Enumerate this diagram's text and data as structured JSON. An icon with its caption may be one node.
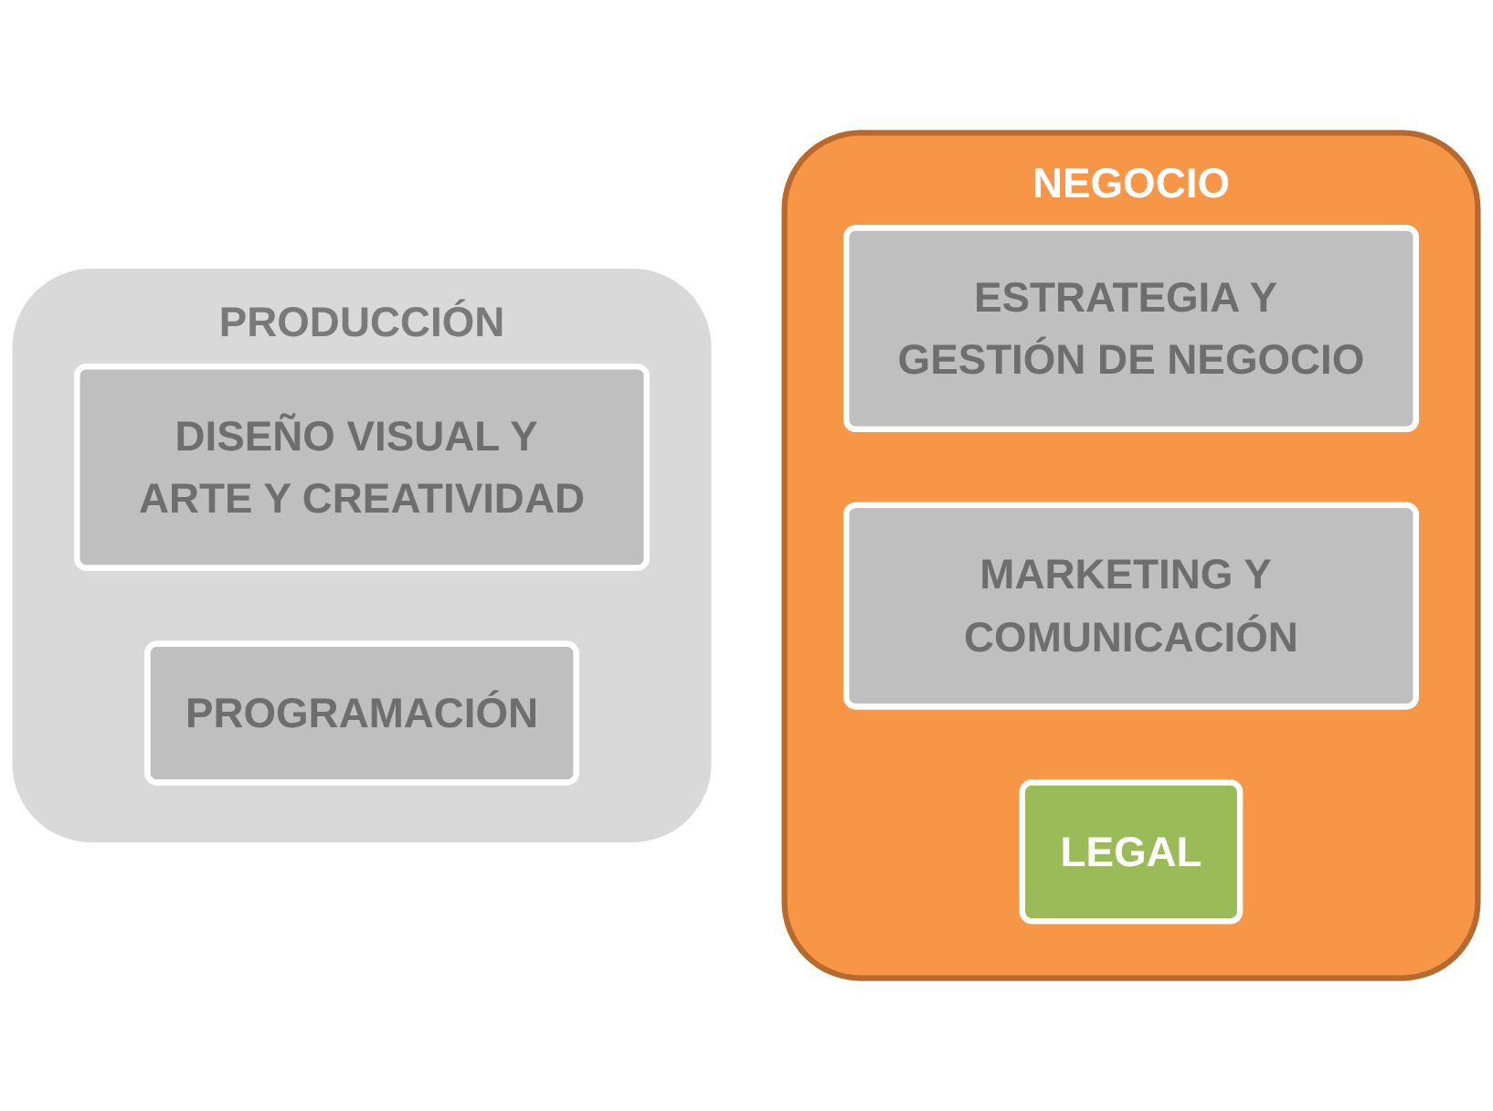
{
  "diagram": {
    "nodes": [
      {
        "text": [
          "PRODUCCIÓN"
        ]
      },
      {
        "text": [
          "DISEÑO VISUAL Y ARTE Y CREATIVIDAD"
        ],
        "in": 0
      },
      {
        "text": [
          "PROGRAMACIÓN"
        ],
        "in": 0
      },
      {
        "text": [
          "NEGOCIO"
        ]
      },
      {
        "text": [
          "ESTRATEGIA Y GESTIÓN DE NEGOCIO"
        ],
        "in": 3
      },
      {
        "text": [
          "MARKETING Y COMUNICACIÓN"
        ],
        "in": 3
      },
      {
        "text": [
          "LEGAL"
        ],
        "in": 3
      }
    ]
  }
}
